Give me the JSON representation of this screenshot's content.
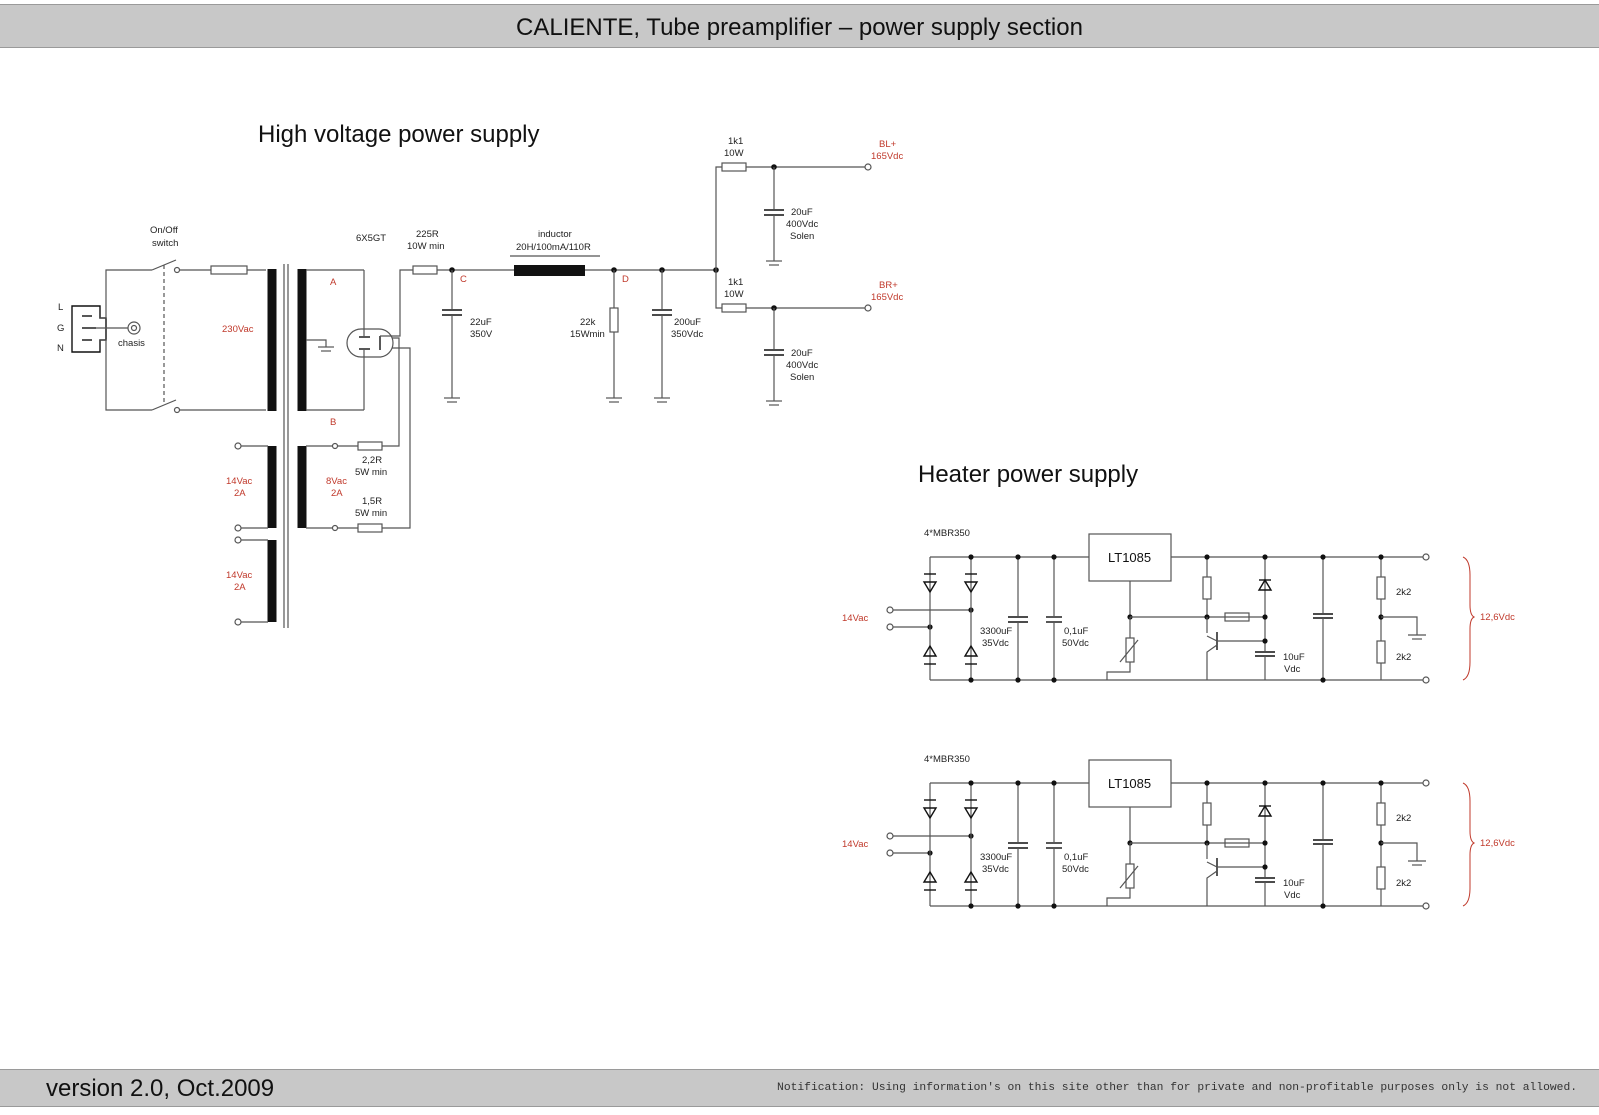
{
  "header": {
    "title": "CALIENTE, Tube preamplifier – power supply section"
  },
  "footer": {
    "version": "version 2.0, Oct.2009",
    "notification": "Notification: Using information's on this site other than for private and non-profitable purposes only is not allowed."
  },
  "hv": {
    "heading": "High voltage power supply",
    "switch_1": "On/Off",
    "switch_2": "switch",
    "chasis": "chasis",
    "pin_l": "L",
    "pin_g": "G",
    "pin_n": "N",
    "primary": "230Vac",
    "tube": "6X5GT",
    "res225_1": "225R",
    "res225_2": "10W min",
    "inductor_1": "inductor",
    "inductor_2": "20H/100mA/110R",
    "cap22_1": "22uF",
    "cap22_2": "350V",
    "res22k_1": "22k",
    "res22k_2": "15Wmin",
    "cap200_1": "200uF",
    "cap200_2": "350Vdc",
    "rtop_1": "1k1",
    "rtop_2": "10W",
    "rbot_1": "1k1",
    "rbot_2": "10W",
    "cap20a_1": "20uF",
    "cap20a_2": "400Vdc",
    "cap20a_3": "Solen",
    "cap20b_1": "20uF",
    "cap20b_2": "400Vdc",
    "cap20b_3": "Solen",
    "bl_1": "BL+",
    "bl_2": "165Vdc",
    "br_1": "BR+",
    "br_2": "165Vdc",
    "node_a": "A",
    "node_b": "B",
    "node_c": "C",
    "node_d": "D",
    "res22r_1": "2,2R",
    "res22r_2": "5W min",
    "res15r_1": "1,5R",
    "res15r_2": "5W min",
    "sec14a_1": "14Vac",
    "sec14a_2": "2A",
    "sec8_1": "8Vac",
    "sec8_2": "2A",
    "sec14b_1": "14Vac",
    "sec14b_2": "2A"
  },
  "heater": {
    "heading": "Heater power supply",
    "circuits": [
      {
        "diodes": "4*MBR350",
        "regulator": "LT1085",
        "input": "14Vac",
        "cbig_1": "3300uF",
        "cbig_2": "35Vdc",
        "csmall_1": "0,1uF",
        "csmall_2": "50Vdc",
        "cout_1": "10uF",
        "cout_2": "Vdc",
        "r1": "2k2",
        "r2": "2k2",
        "output": "12,6Vdc"
      },
      {
        "diodes": "4*MBR350",
        "regulator": "LT1085",
        "input": "14Vac",
        "cbig_1": "3300uF",
        "cbig_2": "35Vdc",
        "csmall_1": "0,1uF",
        "csmall_2": "50Vdc",
        "cout_1": "10uF",
        "cout_2": "Vdc",
        "r1": "2k2",
        "r2": "2k2",
        "output": "12,6Vdc"
      }
    ]
  },
  "colors": {
    "label_red": "#c0392b",
    "bar": "#c8c8c8"
  }
}
